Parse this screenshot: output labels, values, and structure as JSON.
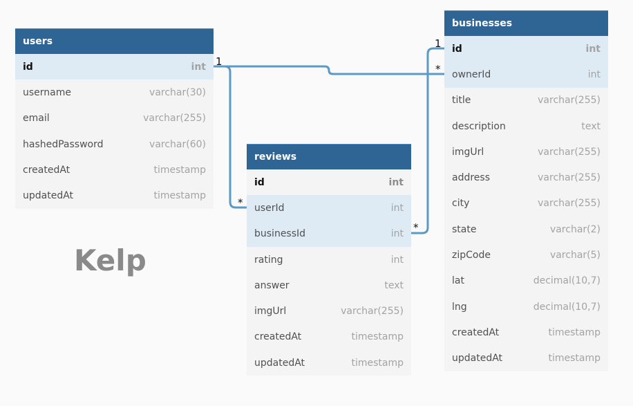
{
  "tables": {
    "users": {
      "name": "users",
      "fields": [
        {
          "name": "id",
          "type": "int"
        },
        {
          "name": "username",
          "type": "varchar(30)"
        },
        {
          "name": "email",
          "type": "varchar(255)"
        },
        {
          "name": "hashedPassword",
          "type": "varchar(60)"
        },
        {
          "name": "createdAt",
          "type": "timestamp"
        },
        {
          "name": "updatedAt",
          "type": "timestamp"
        }
      ]
    },
    "reviews": {
      "name": "reviews",
      "fields": [
        {
          "name": "id",
          "type": "int"
        },
        {
          "name": "userId",
          "type": "int"
        },
        {
          "name": "businessId",
          "type": "int"
        },
        {
          "name": "rating",
          "type": "int"
        },
        {
          "name": "answer",
          "type": "text"
        },
        {
          "name": "imgUrl",
          "type": "varchar(255)"
        },
        {
          "name": "createdAt",
          "type": "timestamp"
        },
        {
          "name": "updatedAt",
          "type": "timestamp"
        }
      ]
    },
    "businesses": {
      "name": "businesses",
      "fields": [
        {
          "name": "id",
          "type": "int"
        },
        {
          "name": "ownerId",
          "type": "int"
        },
        {
          "name": "title",
          "type": "varchar(255)"
        },
        {
          "name": "description",
          "type": "text"
        },
        {
          "name": "imgUrl",
          "type": "varchar(255)"
        },
        {
          "name": "address",
          "type": "varchar(255)"
        },
        {
          "name": "city",
          "type": "varchar(255)"
        },
        {
          "name": "state",
          "type": "varchar(2)"
        },
        {
          "name": "zipCode",
          "type": "varchar(5)"
        },
        {
          "name": "lat",
          "type": "decimal(10,7)"
        },
        {
          "name": "lng",
          "type": "decimal(10,7)"
        },
        {
          "name": "createdAt",
          "type": "timestamp"
        },
        {
          "name": "updatedAt",
          "type": "timestamp"
        }
      ]
    }
  },
  "relationships": [
    {
      "from": "users.id",
      "to": "businesses.ownerId",
      "from_card": "1",
      "to_card": "*"
    },
    {
      "from": "users.id",
      "to": "reviews.userId",
      "from_card": "1",
      "to_card": "*"
    },
    {
      "from": "businesses.id",
      "to": "reviews.businessId",
      "from_card": "1",
      "to_card": "*"
    }
  ],
  "colors": {
    "header": "#2f6595",
    "highlight_row": "#deebf4",
    "connector": "#5b9ac6"
  },
  "logo_text": "Kelp"
}
